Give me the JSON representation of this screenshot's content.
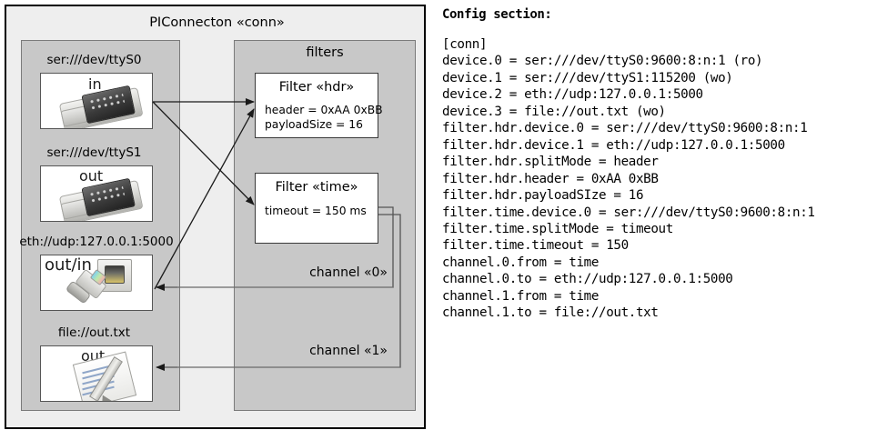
{
  "diagram": {
    "title": "PIConnecton «conn»",
    "devices_group": {
      "devices": [
        {
          "label": "ser:///dev/ttyS0",
          "direction": "in",
          "icon": "serial-port-icon"
        },
        {
          "label": "ser:///dev/ttyS1",
          "direction": "out",
          "icon": "serial-port-icon"
        },
        {
          "label": "eth://udp:127.0.0.1:5000",
          "direction": "out/in",
          "icon": "network-jack-icon"
        },
        {
          "label": "file://out.txt",
          "direction": "out",
          "icon": "text-file-icon"
        }
      ]
    },
    "filters_group": {
      "label": "filters",
      "filters": [
        {
          "title": "Filter «hdr»",
          "props": [
            "header = 0xAA 0xBB",
            "payloadSize = 16"
          ]
        },
        {
          "title": "Filter «time»",
          "props": [
            "timeout = 150 ms"
          ]
        }
      ],
      "channels": [
        "channel «0»",
        "channel «1»"
      ]
    }
  },
  "config": {
    "heading": "Config section:",
    "lines": [
      "[conn]",
      "device.0 = ser:///dev/ttyS0:9600:8:n:1 (ro)",
      "device.1 = ser:///dev/ttyS1:115200 (wo)",
      "device.2 = eth://udp:127.0.0.1:5000",
      "device.3 = file://out.txt (wo)",
      "filter.hdr.device.0 = ser:///dev/ttyS0:9600:8:n:1",
      "filter.hdr.device.1 = eth://udp:127.0.0.1:5000",
      "filter.hdr.splitMode = header",
      "filter.hdr.header = 0xAA 0xBB",
      "filter.hdr.payloadSIze = 16",
      "filter.time.device.0 = ser:///dev/ttyS0:9600:8:n:1",
      "filter.time.splitMode = timeout",
      "filter.time.timeout = 150",
      "channel.0.from = time",
      "channel.0.to = eth://udp:127.0.0.1:5000",
      "channel.1.from = time",
      "channel.1.to = file://out.txt"
    ]
  },
  "colors": {
    "page_background": "#ffffff",
    "frame_background": "#eeeeee",
    "group_background": "#c8c8c8",
    "box_background": "#ffffff",
    "frame_border": "#000000",
    "edge_stroke": "#1a1a1a"
  }
}
